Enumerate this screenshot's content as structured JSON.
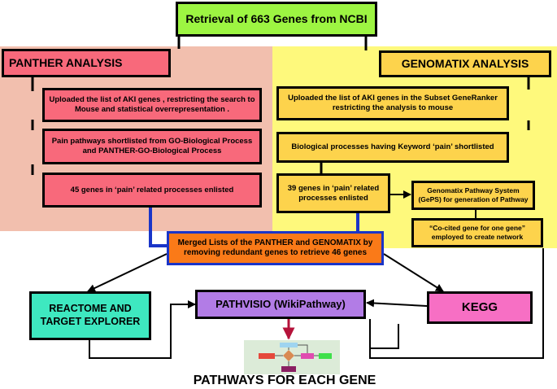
{
  "top": {
    "label": "Retrieval of 663 Genes from NCBI"
  },
  "panther": {
    "header": "PANTHER ANALYSIS",
    "step1": "Uploaded the list of  AKI genes , restricting the search to Mouse and statistical overrepresentation .",
    "step2": "Pain pathways shortlisted from GO-Biological Process and PANTHER-GO-Biological Process",
    "step3": "45 genes in  ‘pain’ related processes  enlisted"
  },
  "genomatix": {
    "header": "GENOMATIX ANALYSIS",
    "step1": "Uploaded the list of AKI genes in the Subset GeneRanker restricting the analysis to mouse",
    "step2": "Biological processes having Keyword ‘pain’ shortlisted",
    "step3": "39 genes in  ‘pain’ related processes  enlisted",
    "geps": "Genomatix Pathway System (GePS) for generation of Pathway",
    "cocited": "“Co-cited gene for one gene” employed to create network"
  },
  "merged": {
    "label": "Merged Lists of the PANTHER and GENOMATIX by removing redundant genes to retrieve 46 genes"
  },
  "outputs": {
    "reactome": "REACTOME AND TARGET EXPLORER",
    "pathvisio": "PATHVISIO (WikiPathway)",
    "kegg": "KEGG"
  },
  "caption": "PATHWAYS FOR EACH GENE",
  "colors": {
    "panther_bg": "#f2bfae",
    "genomatix_bg": "#fef97c",
    "top_fill": "#9df542",
    "panther_box": "#f8697b",
    "genomatix_box": "#fdd34c",
    "merged_fill": "#fa7a18",
    "reactome_fill": "#3ee8c0",
    "pathvisio_fill": "#b27ce6",
    "kegg_fill": "#f76fc4",
    "connector_blue": "#1a35c8"
  }
}
